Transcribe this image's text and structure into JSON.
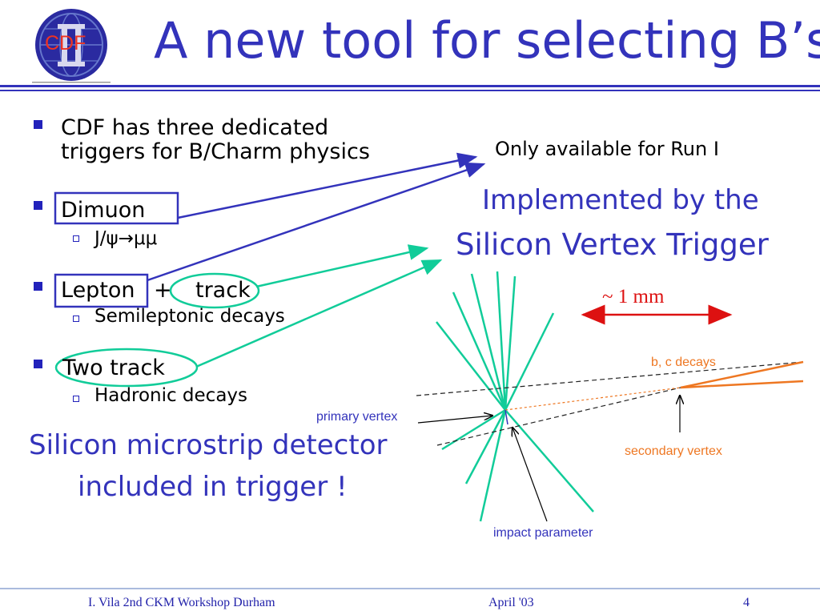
{
  "slide": {
    "logo_text": "CDF",
    "title": "A new tool for selecting B’s"
  },
  "bullets": [
    {
      "line1": "CDF has three dedicated",
      "line2": "triggers for B/Charm physics"
    },
    {
      "label": "Dimuon",
      "sub": "J/ψ→μμ"
    },
    {
      "label_a": "Lepton",
      "plus": "+",
      "label_b": "track",
      "sub": "Semileptonic decays"
    },
    {
      "label": "Two track",
      "sub": "Hadronic decays"
    }
  ],
  "notes": {
    "run1": "Only available for Run I",
    "svt_line1": "Implemented by the",
    "svt_line2": "Silicon Vertex Trigger",
    "silicon_line1": "Silicon microstrip detector",
    "silicon_line2": "included in trigger !"
  },
  "diagram": {
    "scale": "~ 1 mm",
    "bc_decays": "b, c decays",
    "primary_vertex": "primary vertex",
    "secondary_vertex": "secondary vertex",
    "impact_parameter": "impact parameter"
  },
  "footer": {
    "author": "I. Vila  2nd CKM Workshop  Durham",
    "date": "April '03",
    "page": "4"
  },
  "colors": {
    "title_blue": "#3333bb",
    "track_green": "#11cc99",
    "orange": "#ee7722",
    "scale_red": "#dd1111"
  }
}
